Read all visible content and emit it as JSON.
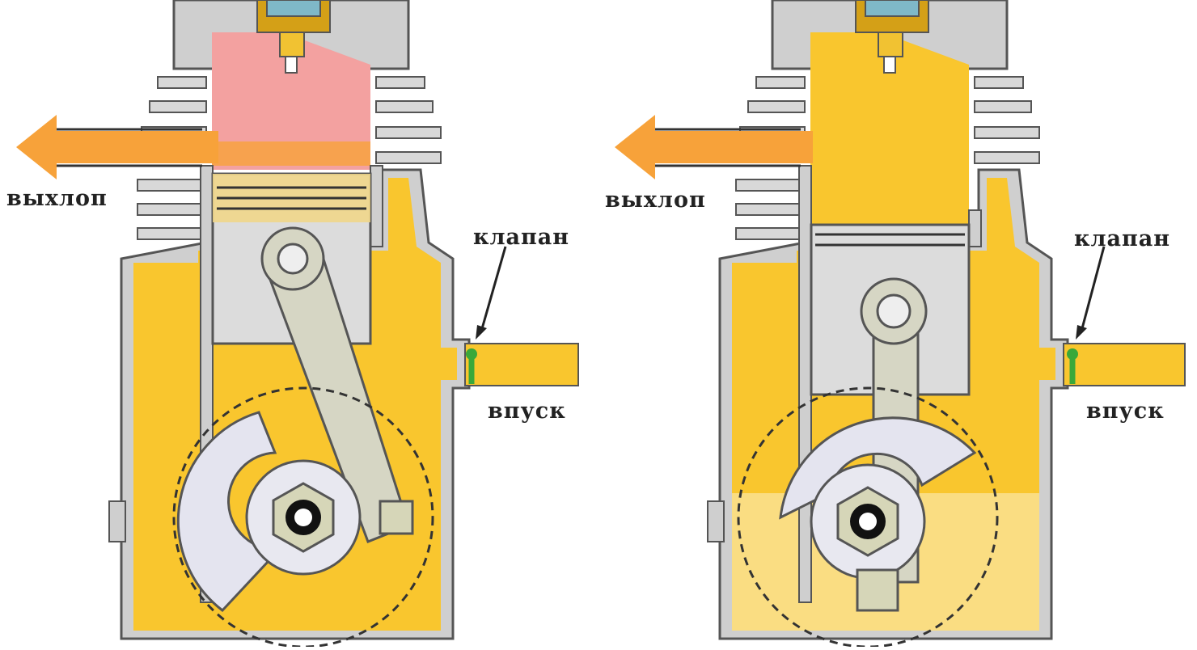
{
  "figure": {
    "panels": [
      {
        "id": "left",
        "labels": {
          "exhaust": "выхлоп",
          "valve": "клапан",
          "intake": "впуск"
        },
        "combustion_color": "#f08a8a",
        "mixture_color": "#f9c62e"
      },
      {
        "id": "right",
        "labels": {
          "exhaust": "выхлоп",
          "valve": "клапан",
          "intake": "впуск"
        },
        "combustion_color": "#f9c62e",
        "mixture_color": "#f9c62e"
      }
    ],
    "colors": {
      "body_gray": "#cfcfcf",
      "outline": "#555555",
      "arrow": "#f7a23a",
      "valve": "#3aa83a",
      "piston": "#d8d8d8",
      "crank": "#e4e4ef"
    }
  }
}
